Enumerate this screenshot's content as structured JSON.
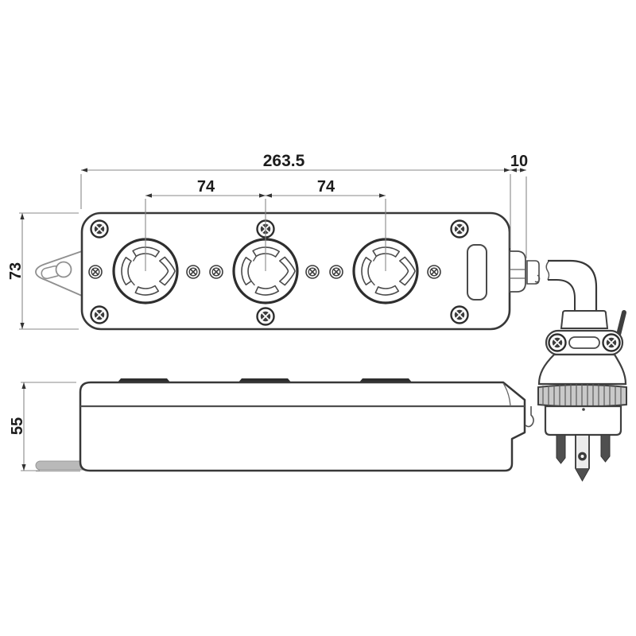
{
  "page": {
    "background": "#ffffff"
  },
  "drawing": {
    "kind": "engineering-line-drawing",
    "subject": "3-outlet twist-lock power strip, top view and side view, with angled locking plug",
    "views": {
      "top_view": "plan view with three twist-lock receptacles, keyhole mounting tab, cord exit with elbow to locking plug",
      "side_view": "side profile of strip body with mounting tab plate"
    },
    "colors": {
      "line": "#383838",
      "detail_line": "#555555",
      "dim_line": "#888888",
      "text": "#1c1c1c",
      "knurl_fill": "#c9c9c9",
      "bezel_bar_fill": "#2e2e2e",
      "foot_plate_fill": "#b9b9b9"
    },
    "dimensions": {
      "overall_width": "263.5",
      "cord_exit_offset": "10",
      "outlet_pitch_left": "74",
      "outlet_pitch_right": "74",
      "top_view_depth": "73",
      "side_view_height": "55"
    }
  }
}
